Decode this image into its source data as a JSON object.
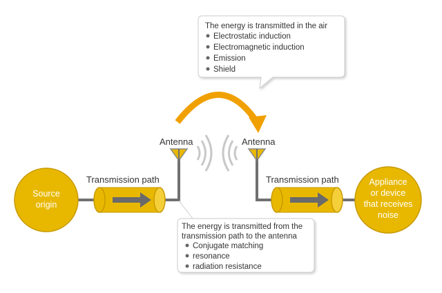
{
  "colors": {
    "accent": "#e8b800",
    "accent_stroke": "#c79a00",
    "connector": "#707070",
    "arrow_orange": "#f0a000",
    "wave": "#c8c8c8",
    "callout_border": "#cccccc"
  },
  "source": {
    "lines": [
      "Source",
      "origin"
    ]
  },
  "receiver": {
    "lines": [
      "Appliance",
      "or device",
      "that receives",
      "noise"
    ]
  },
  "left_path": {
    "label": "Transmission path"
  },
  "right_path": {
    "label": "Transmission path"
  },
  "left_antenna": {
    "label": "Antenna"
  },
  "right_antenna": {
    "label": "Antenna"
  },
  "air_callout": {
    "title": "The energy is transmitted in the air",
    "items": [
      "Electrostatic induction",
      "Electromagnetic induction",
      "Emission",
      "Shield"
    ]
  },
  "path_callout": {
    "title_lines": [
      "The energy is transmitted from the",
      "transmission path to the antenna"
    ],
    "items": [
      "Conjugate matching",
      "resonance",
      "radiation resistance"
    ]
  }
}
